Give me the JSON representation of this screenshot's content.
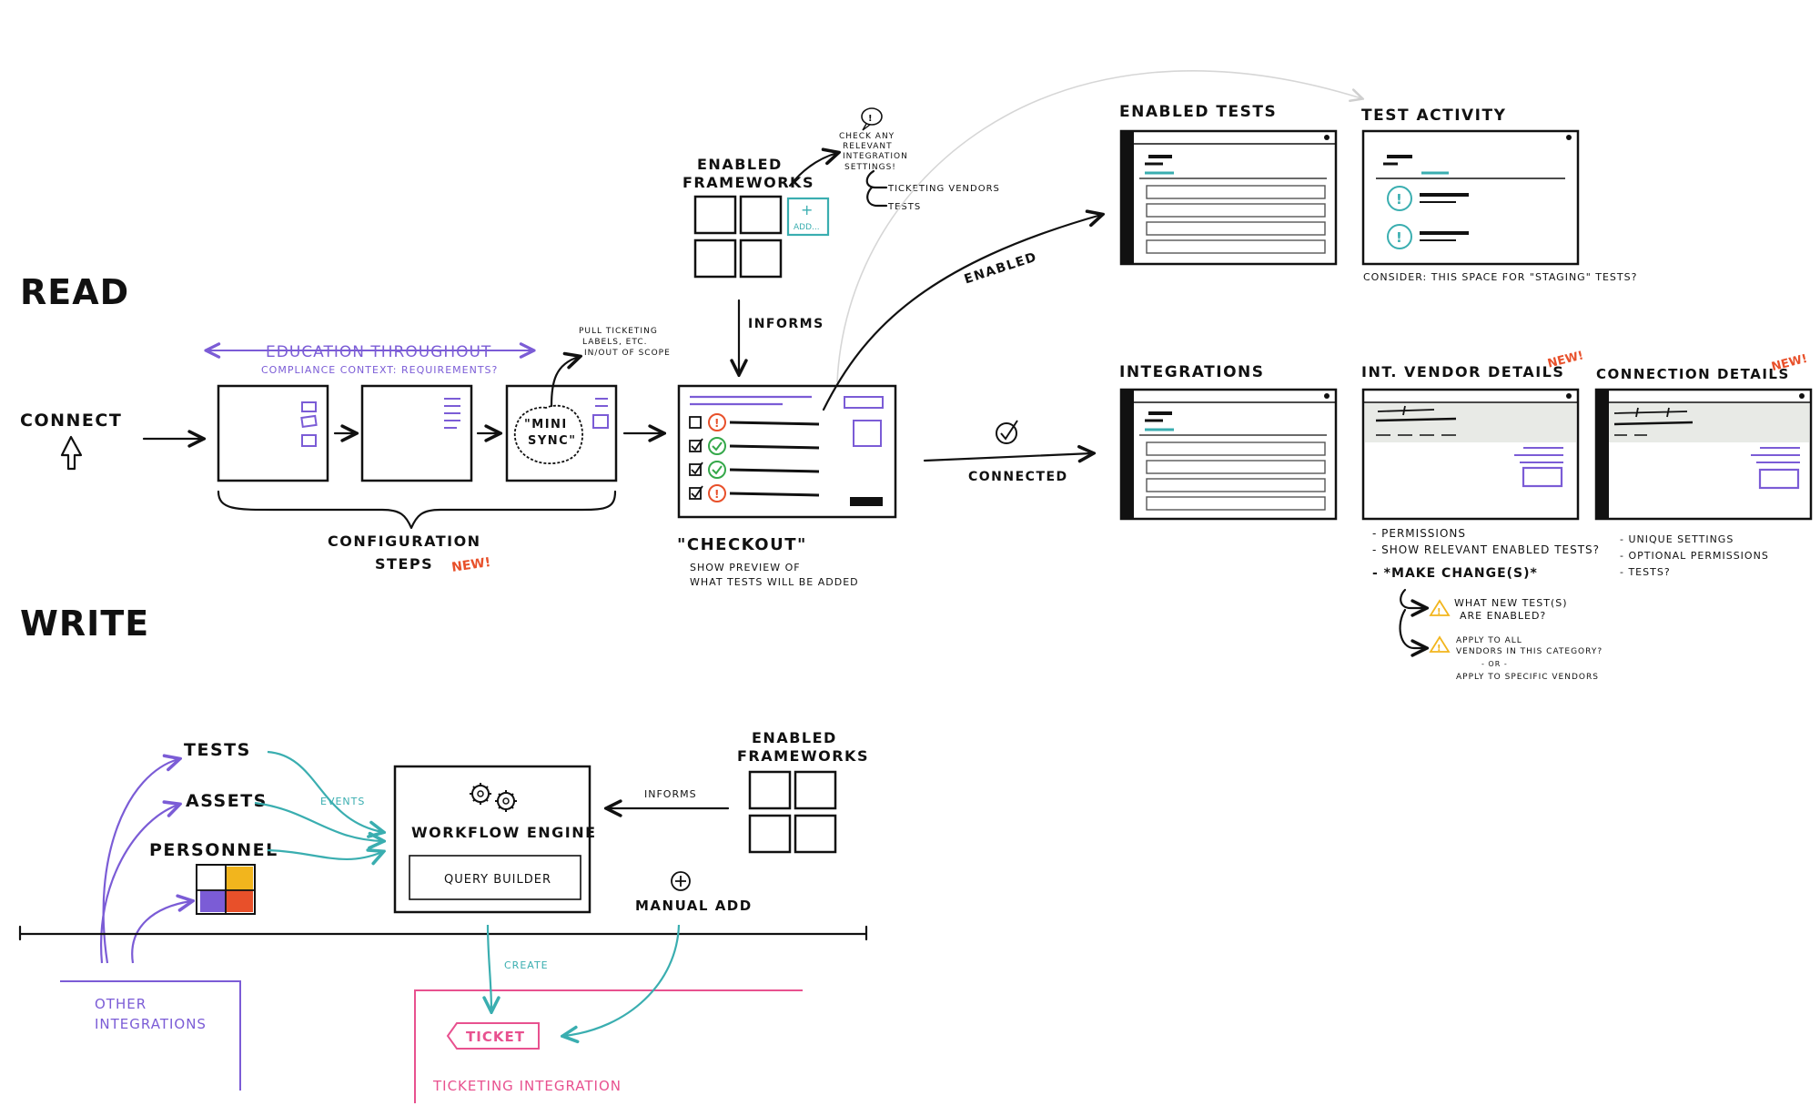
{
  "colors": {
    "ink": "#111111",
    "purple": "#7b5cd6",
    "teal": "#3aaeb0",
    "pink": "#e8518f",
    "red_orange": "#e8502a",
    "green": "#35a84a",
    "yellow": "#f2b51d",
    "gray_arrow": "#d6d6d6"
  },
  "read": {
    "title": "READ",
    "connect": "CONNECT",
    "education": "EDUCATION THROUGHOUT",
    "compliance": "COMPLIANCE CONTEXT: REQUIREMENTS?",
    "mini_sync_1": "\"MINI",
    "mini_sync_2": "SYNC\"",
    "pull_note": [
      "PULL TICKETING",
      "LABELS, ETC.",
      "IN/OUT OF SCOPE"
    ],
    "config_1": "CONFIGURATION",
    "config_2": "STEPS",
    "new": "NEW!",
    "frameworks_1": "ENABLED",
    "frameworks_2": "FRAMEWORKS",
    "add_plus": "+",
    "add_label": "ADD...",
    "check_note": [
      "CHECK ANY",
      "RELEVANT",
      "INTEGRATION",
      "SETTINGS!"
    ],
    "ticketing_vendors": "TICKETING VENDORS",
    "tests_branch": "TESTS",
    "informs": "INFORMS",
    "checkout": "\"CHECKOUT\"",
    "checkout_desc_1": "SHOW PREVIEW OF",
    "checkout_desc_2": "WHAT TESTS WILL BE ADDED",
    "enabled": "ENABLED",
    "connected": "CONNECTED",
    "enabled_tests": "ENABLED TESTS",
    "test_activity": "TEST ACTIVITY",
    "staging_note": "CONSIDER: THIS SPACE FOR \"STAGING\" TESTS?",
    "integrations": "INTEGRATIONS",
    "int_vendor_details": "INT. VENDOR DETAILS",
    "connection_details": "CONNECTION DETAILS",
    "vendor_notes": [
      "- PERMISSIONS",
      "- SHOW RELEVANT ENABLED TESTS?",
      "- *MAKE CHANGE(S)*"
    ],
    "what_new_1": "WHAT NEW TEST(S)",
    "what_new_2": "ARE ENABLED?",
    "apply_1": "APPLY TO ALL",
    "apply_2": "VENDORS IN THIS CATEGORY?",
    "apply_or": "- OR -",
    "apply_3": "APPLY TO SPECIFIC VENDORS",
    "conn_notes": [
      "- UNIQUE SETTINGS",
      "- OPTIONAL PERMISSIONS",
      "- TESTS?"
    ]
  },
  "write": {
    "title": "WRITE",
    "tests": "TESTS",
    "assets": "ASSETS",
    "personnel": "PERSONNEL",
    "events": "EVENTS",
    "workflow_engine": "WORKFLOW ENGINE",
    "query_builder": "QUERY BUILDER",
    "informs": "INFORMS",
    "frameworks_1": "ENABLED",
    "frameworks_2": "FRAMEWORKS",
    "manual_add": "MANUAL ADD",
    "create": "CREATE",
    "other_1": "OTHER",
    "other_2": "INTEGRATIONS",
    "ticket": "TICKET",
    "ticketing_integration": "TICKETING INTEGRATION"
  },
  "icons": {
    "cursor": "cursor-arrow-icon",
    "speech": "speech-bubble-icon",
    "check_circle": "check-circle-icon",
    "warning": "warning-triangle-icon",
    "gears": "gears-icon",
    "puzzle": "puzzle-icon",
    "plus_circle": "plus-circle-icon",
    "exclaim": "exclamation-circle-icon"
  }
}
